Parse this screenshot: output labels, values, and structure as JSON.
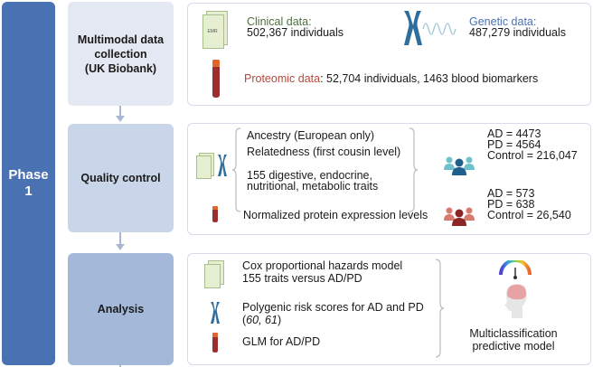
{
  "phase": {
    "label_line1": "Phase",
    "label_line2": "1",
    "color": "#4a72b3"
  },
  "stages": [
    {
      "line1": "Multimodal data",
      "line2": "collection",
      "line3": "(UK Biobank)"
    },
    {
      "line1": "Quality control"
    },
    {
      "line1": "Analysis"
    }
  ],
  "collection": {
    "clinical": {
      "icon_label": "EMR",
      "title": "Clinical data:",
      "count": "502,367 individuals"
    },
    "genetic": {
      "title": "Genetic data:",
      "count": "487,279 individuals"
    },
    "proteomic": {
      "title": "Proteomic data",
      "detail": ": 52,704 individuals, 1463 blood biomarkers"
    }
  },
  "qc": {
    "criteria": [
      "Ancestry (European only)",
      "Relatedness (first cousin level)",
      "155 digestive, endocrine,",
      "nutritional, metabolic traits"
    ],
    "protein_criterion": "Normalized protein expression levels",
    "cohort_genetic": {
      "ad": "AD = 4473",
      "pd": "PD = 4564",
      "control": "Control = 216,047"
    },
    "cohort_proteomic": {
      "ad": "AD = 573",
      "pd": "PD = 638",
      "control": "Control = 26,540"
    }
  },
  "analysis": {
    "items": [
      {
        "line1": "Cox proportional hazards model",
        "line2": "155 traits versus AD/PD"
      },
      {
        "line1": "Polygenic risk scores for AD and PD",
        "line2_open": "(",
        "line2_italic": "60, 61",
        "line2_close": ")"
      },
      {
        "line1": "GLM for AD/PD"
      }
    ],
    "model": {
      "line1": "Multiclassification",
      "line2": "predictive model"
    }
  },
  "colors": {
    "clinical": "#4f7040",
    "genetic": "#4a72b3",
    "proteomic": "#b34a3e"
  }
}
